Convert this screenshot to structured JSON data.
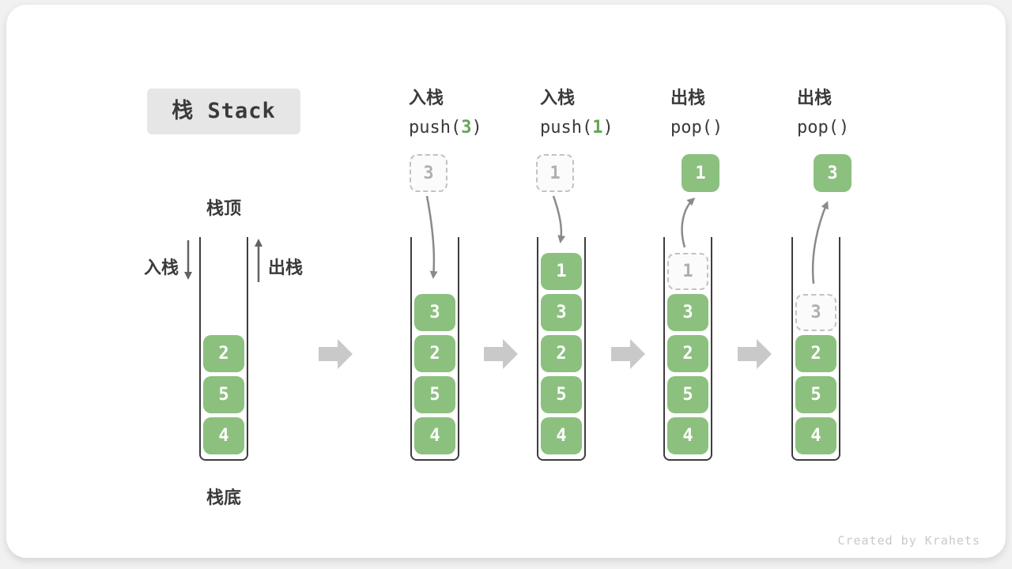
{
  "title": "栈 Stack",
  "watermark": "Created by Krahets",
  "labels": {
    "stack_top": "栈顶",
    "stack_bottom": "栈底",
    "push_side": "入栈",
    "pop_side": "出栈"
  },
  "operations": [
    {
      "name": "入栈",
      "code_pre": "push(",
      "code_arg": "3",
      "code_post": ")"
    },
    {
      "name": "入栈",
      "code_pre": "push(",
      "code_arg": "1",
      "code_post": ")"
    },
    {
      "name": "出栈",
      "code_pre": "pop(",
      "code_arg": "",
      "code_post": ")"
    },
    {
      "name": "出栈",
      "code_pre": "pop(",
      "code_arg": "",
      "code_post": ")"
    }
  ],
  "stacks": [
    {
      "items": [
        {
          "value": "2"
        },
        {
          "value": "5"
        },
        {
          "value": "4"
        }
      ]
    },
    {
      "floating": {
        "value": "3",
        "ghost": true
      },
      "arrow": "push",
      "items": [
        {
          "value": "3"
        },
        {
          "value": "2"
        },
        {
          "value": "5"
        },
        {
          "value": "4"
        }
      ]
    },
    {
      "floating": {
        "value": "1",
        "ghost": true
      },
      "arrow": "push",
      "items": [
        {
          "value": "1"
        },
        {
          "value": "3"
        },
        {
          "value": "2"
        },
        {
          "value": "5"
        },
        {
          "value": "4"
        }
      ]
    },
    {
      "floating": {
        "value": "1",
        "ghost": false
      },
      "arrow": "pop",
      "items": [
        {
          "value": "1",
          "ghost": true
        },
        {
          "value": "3"
        },
        {
          "value": "2"
        },
        {
          "value": "5"
        },
        {
          "value": "4"
        }
      ]
    },
    {
      "floating": {
        "value": "3",
        "ghost": false
      },
      "arrow": "pop",
      "items": [
        {
          "value": "3",
          "ghost": true
        },
        {
          "value": "2"
        },
        {
          "value": "5"
        },
        {
          "value": "4"
        }
      ]
    }
  ],
  "colors": {
    "item_green": "#8cc07f",
    "code_arg_green": "#63a554",
    "text_dark": "#3a3a3a",
    "title_bg": "#e6e6e6",
    "wall_dark": "#3e3e3e",
    "curve_arrow_gray": "#8a8a8a",
    "side_arrow_gray": "#636363",
    "flow_arrow_gray": "#c9c9c9",
    "ghost_border": "#c2c2c2",
    "ghost_text": "#afafaf",
    "ghost_bg": "#fbfbfb",
    "watermark_gray": "#c9c9c9",
    "card_bg": "#ffffff",
    "page_bg": "#f1f1f1"
  }
}
